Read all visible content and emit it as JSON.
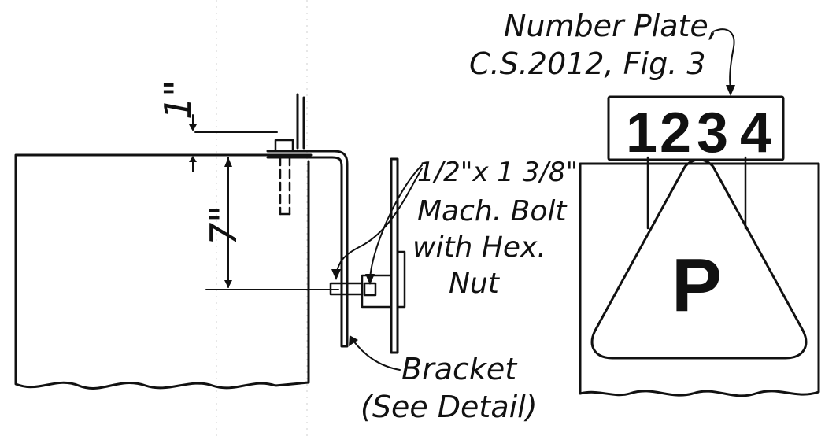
{
  "labels": {
    "number_plate_line1": "Number Plate,",
    "number_plate_line2": "C.S.2012, Fig. 3",
    "bolt_line1": "1/2\"x 1 3/8\"",
    "bolt_line2": "Mach. Bolt",
    "bolt_line3": "with Hex.",
    "bolt_line4": "Nut",
    "bracket_line1": "Bracket",
    "bracket_line2": "(See Detail)",
    "dim_small": "1\"",
    "dim_large": "7\""
  },
  "plate": {
    "digits": [
      "1",
      "2",
      "3",
      "4"
    ]
  },
  "sign": {
    "letter": "P"
  },
  "colors": {
    "ink": "#111111",
    "paper": "#ffffff"
  }
}
